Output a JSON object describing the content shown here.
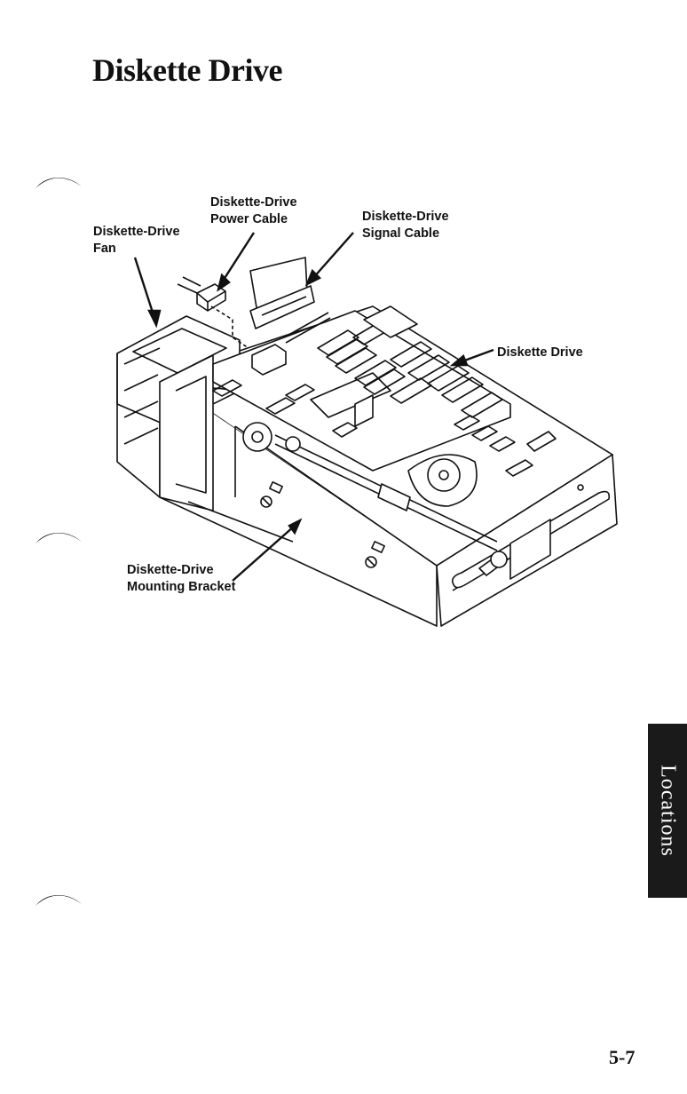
{
  "page": {
    "title": "Diskette Drive",
    "page_number": "5-7",
    "side_tab": "Locations"
  },
  "labels": {
    "fan": [
      "Diskette-Drive",
      "Fan"
    ],
    "power_cable": [
      "Diskette-Drive",
      "Power Cable"
    ],
    "signal_cable": [
      "Diskette-Drive",
      "Signal Cable"
    ],
    "drive": "Diskette Drive",
    "bracket": [
      "Diskette-Drive",
      "Mounting Bracket"
    ]
  },
  "colors": {
    "ink": "#111111",
    "tab": "#1a1a1a",
    "paper": "#ffffff"
  }
}
